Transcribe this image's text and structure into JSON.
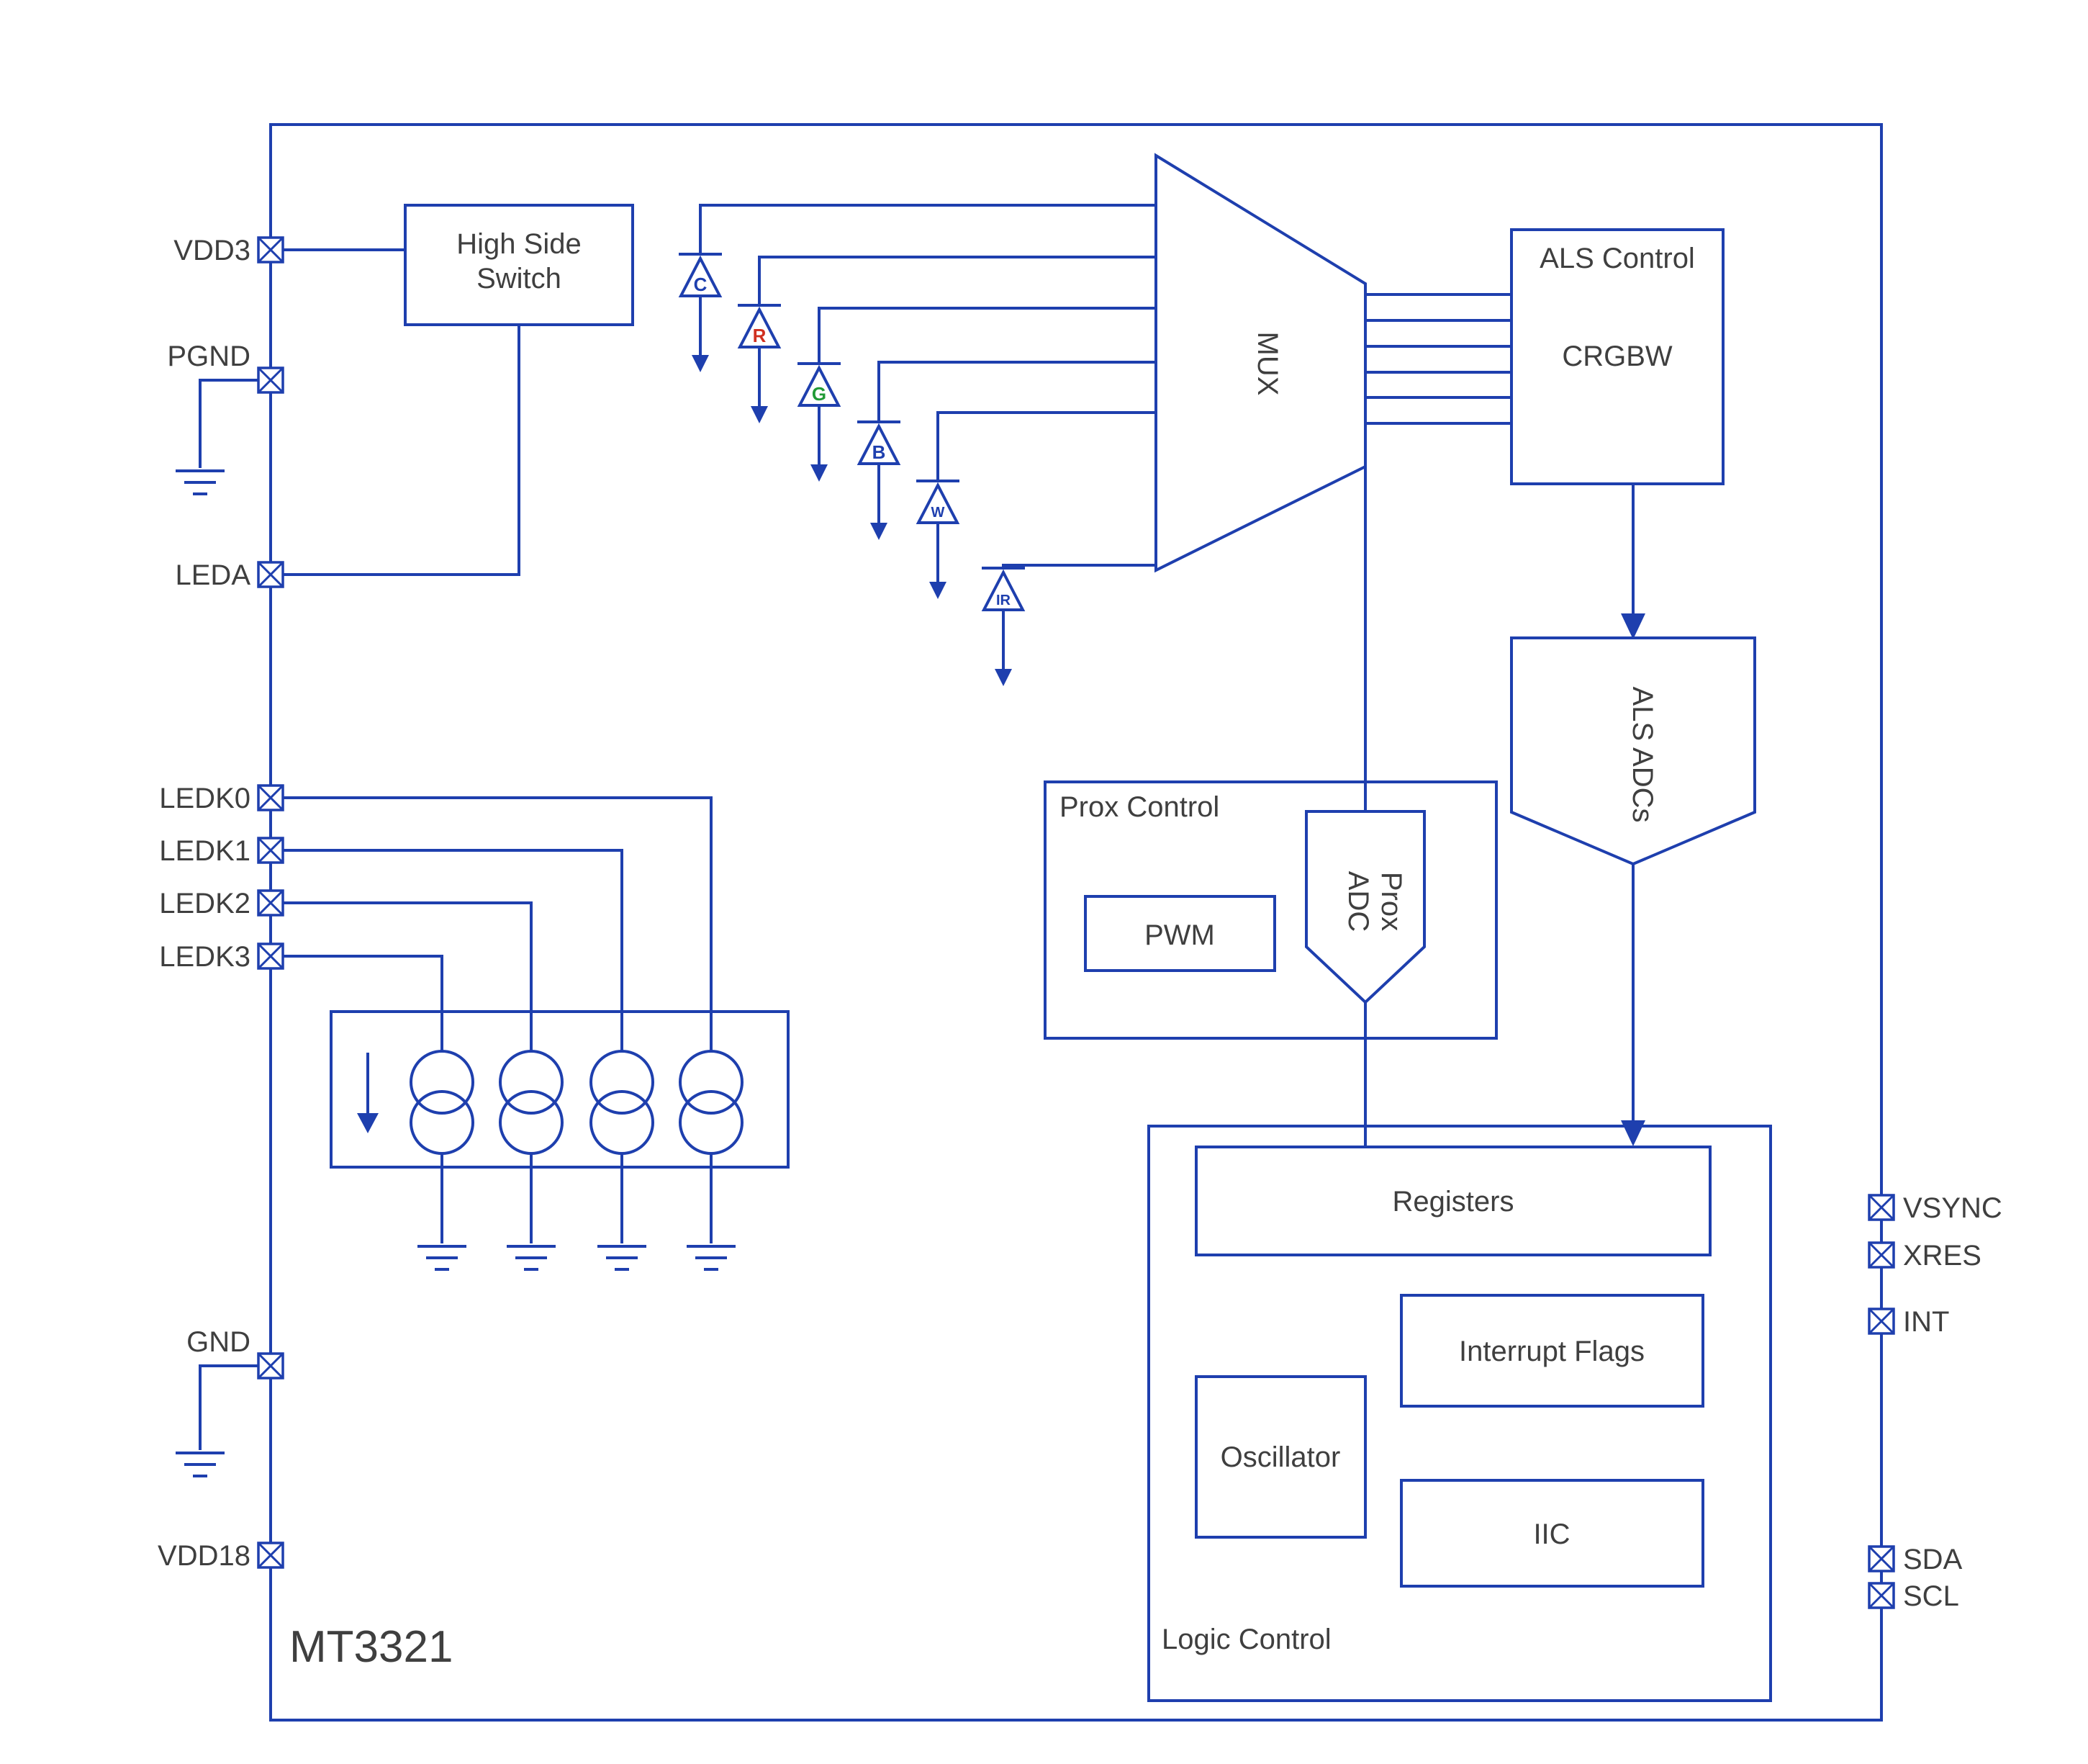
{
  "title": "MT3321",
  "colors": {
    "line": "#1e3fae",
    "text": "#3f3f3f",
    "red": "#d03020",
    "green": "#219a36",
    "blue": "#1e3fae"
  },
  "pins": {
    "left": [
      {
        "label": "VDD3"
      },
      {
        "label": "PGND"
      },
      {
        "label": "LEDA"
      },
      {
        "label": "LEDK0"
      },
      {
        "label": "LEDK1"
      },
      {
        "label": "LEDK2"
      },
      {
        "label": "LEDK3"
      },
      {
        "label": "GND"
      },
      {
        "label": "VDD18"
      }
    ],
    "right": [
      {
        "label": "VSYNC"
      },
      {
        "label": "XRES"
      },
      {
        "label": "INT"
      },
      {
        "label": "SDA"
      },
      {
        "label": "SCL"
      }
    ]
  },
  "blocks": {
    "high_side_switch": {
      "line1": "High Side",
      "line2": "Switch"
    },
    "mux": "MUX",
    "als_control": {
      "title": "ALS Control",
      "subtitle": "CRGBW"
    },
    "als_adcs": "ALS ADCs",
    "prox_control": "Prox Control",
    "pwm": "PWM",
    "prox_adc": {
      "line1": "Prox",
      "line2": "ADC"
    },
    "logic_control": "Logic Control",
    "registers": "Registers",
    "interrupt_flags": "Interrupt Flags",
    "oscillator": "Oscillator",
    "iic": "IIC"
  },
  "photodiodes": [
    {
      "label": "C",
      "color": "#1e3fae"
    },
    {
      "label": "R",
      "color": "#d03020"
    },
    {
      "label": "G",
      "color": "#219a36"
    },
    {
      "label": "B",
      "color": "#1e3fae"
    },
    {
      "label": "W",
      "color": "#1e3fae"
    },
    {
      "label": "IR",
      "color": "#1e3fae"
    }
  ]
}
